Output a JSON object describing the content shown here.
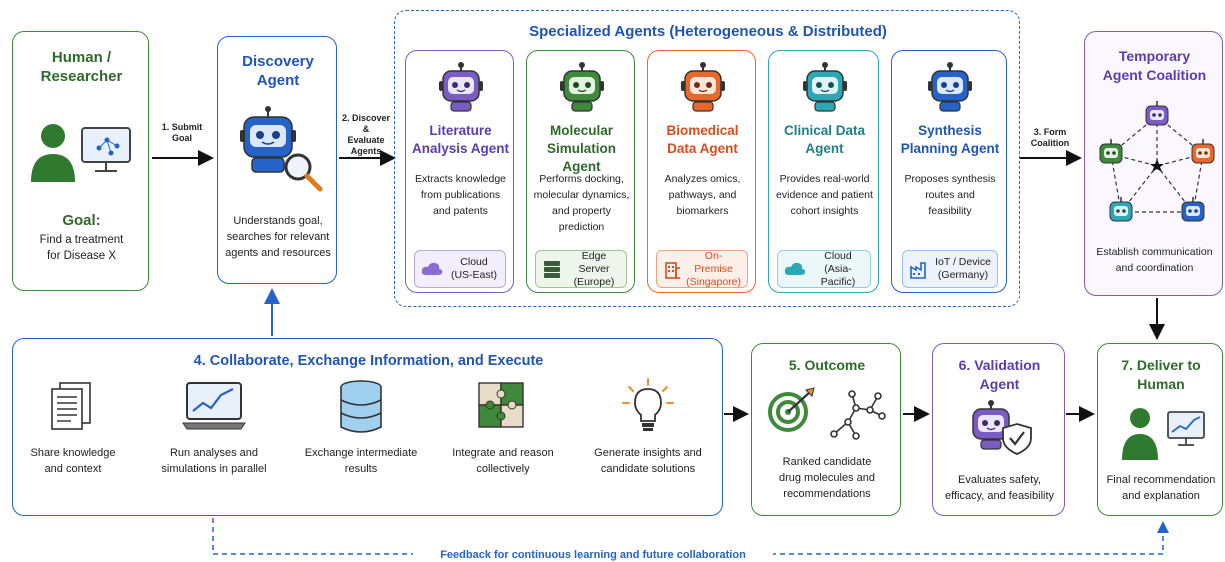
{
  "human": {
    "title_line1": "Human /",
    "title_line2": "Researcher",
    "goal_label": "Goal:",
    "goal_line1": "Find a treatment",
    "goal_line2": "for Disease X"
  },
  "discovery": {
    "title_line1": "Discovery",
    "title_line2": "Agent",
    "desc_line1": "Understands goal,",
    "desc_line2": "searches for relevant",
    "desc_line3": "agents and resources"
  },
  "steps": {
    "submit_line1": "1. Submit",
    "submit_line2": "Goal",
    "discover_line1": "2. Discover &",
    "discover_line2": "Evaluate",
    "discover_line3": "Agents",
    "form_line1": "3. Form",
    "form_line2": "Coalition"
  },
  "specialized": {
    "title": "Specialized Agents (Heterogeneous & Distributed)",
    "agents": [
      {
        "title_line1": "Literature",
        "title_line2": "Analysis Agent",
        "desc": [
          "Extracts knowledge",
          "from publications",
          "and patents"
        ],
        "loc_line1": "Cloud",
        "loc_line2": "(US-East)",
        "icon": "cloud-icon"
      },
      {
        "title_line1": "Molecular",
        "title_line2": "Simulation Agent",
        "desc": [
          "Performs docking,",
          "molecular dynamics,",
          "and property",
          "prediction"
        ],
        "loc_line1": "Edge Server",
        "loc_line2": "(Europe)",
        "icon": "server-icon"
      },
      {
        "title_line1": "Biomedical",
        "title_line2": "Data Agent",
        "desc": [
          "Analyzes omics,",
          "pathways, and",
          "biomarkers"
        ],
        "loc_line1": "On-Premise",
        "loc_line2": "(Singapore)",
        "icon": "building-icon"
      },
      {
        "title_line1": "Clinical Data",
        "title_line2": "Agent",
        "desc": [
          "Provides real-world",
          "evidence and patient",
          "cohort insights"
        ],
        "loc_line1": "Cloud",
        "loc_line2": "(Asia-Pacific)",
        "icon": "cloud-icon"
      },
      {
        "title_line1": "Synthesis",
        "title_line2": "Planning Agent",
        "desc": [
          "Proposes synthesis",
          "routes and",
          "feasibility"
        ],
        "loc_line1": "IoT / Device",
        "loc_line2": "(Germany)",
        "icon": "factory-icon"
      }
    ]
  },
  "coalition": {
    "title_line1": "Temporary",
    "title_line2": "Agent Coalition",
    "desc_line1": "Establish communication",
    "desc_line2": "and coordination"
  },
  "collaborate": {
    "title": "4. Collaborate, Exchange Information, and Execute",
    "items": [
      {
        "line1": "Share knowledge",
        "line2": "and context",
        "icon": "documents-icon"
      },
      {
        "line1": "Run analyses and",
        "line2": "simulations in parallel",
        "icon": "laptop-chart-icon"
      },
      {
        "line1": "Exchange intermediate",
        "line2": "results",
        "icon": "database-icon"
      },
      {
        "line1": "Integrate and reason",
        "line2": "collectively",
        "icon": "puzzle-icon"
      },
      {
        "line1": "Generate insights and",
        "line2": "candidate solutions",
        "icon": "lightbulb-icon"
      }
    ]
  },
  "outcome": {
    "title": "5. Outcome",
    "desc_line1": "Ranked candidate",
    "desc_line2": "drug molecules and",
    "desc_line3": "recommendations"
  },
  "validation": {
    "title_line1": "6. Validation",
    "title_line2": "Agent",
    "desc_line1": "Evaluates safety,",
    "desc_line2": "efficacy, and feasibility"
  },
  "deliver": {
    "title_line1": "7. Deliver to",
    "title_line2": "Human",
    "desc_line1": "Final recommendation",
    "desc_line2": "and explanation"
  },
  "feedback": {
    "label": "Feedback for continuous learning and future collaboration"
  },
  "colors": {
    "green": "#3f8a3a",
    "green_title": "#2e6b2a",
    "blue": "#2563c9",
    "blue_title": "#1f55b8",
    "purple": "#7b5cc4",
    "orange": "#e8682a",
    "orange_title": "#e04a1a",
    "teal": "#2aa8b5"
  }
}
